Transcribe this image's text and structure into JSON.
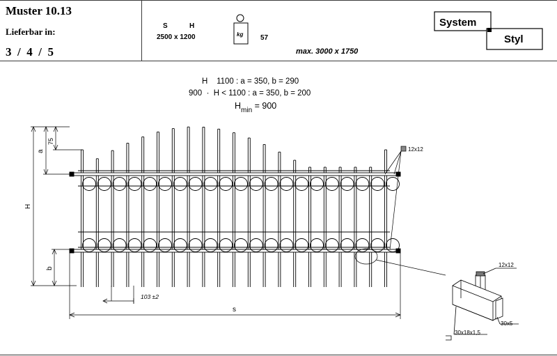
{
  "header": {
    "model": "Muster 10.13",
    "available_label": "Lieferbar in:",
    "available_values": "3  /  4  /  5",
    "dim_labels": {
      "s": "S",
      "h": "H"
    },
    "dim_values": "2500 x 1200",
    "weight_unit": "kg",
    "weight_value": "57",
    "max_size": "max. 3000 x 1750",
    "system_label": "System",
    "styl_label": "Styl"
  },
  "formulas": {
    "line1": "H    1100 : a = 350, b = 290",
    "line2": "900  ·  H < 1100 : a = 350, b = 200",
    "line3_main": "H",
    "line3_sub": "min",
    "line3_rest": " = 900"
  },
  "drawing": {
    "bar_label": "12x12",
    "dim_a": "a",
    "dim_75": "75",
    "dim_h": "H",
    "dim_b": "b",
    "dim_s": "s",
    "spacing_label": "103 ±2",
    "detail_top": "12x12",
    "detail_right": "30x5",
    "detail_bottom": "30x18x1,5"
  },
  "colors": {
    "ink": "#000000",
    "frame": "#3a3a3a"
  }
}
